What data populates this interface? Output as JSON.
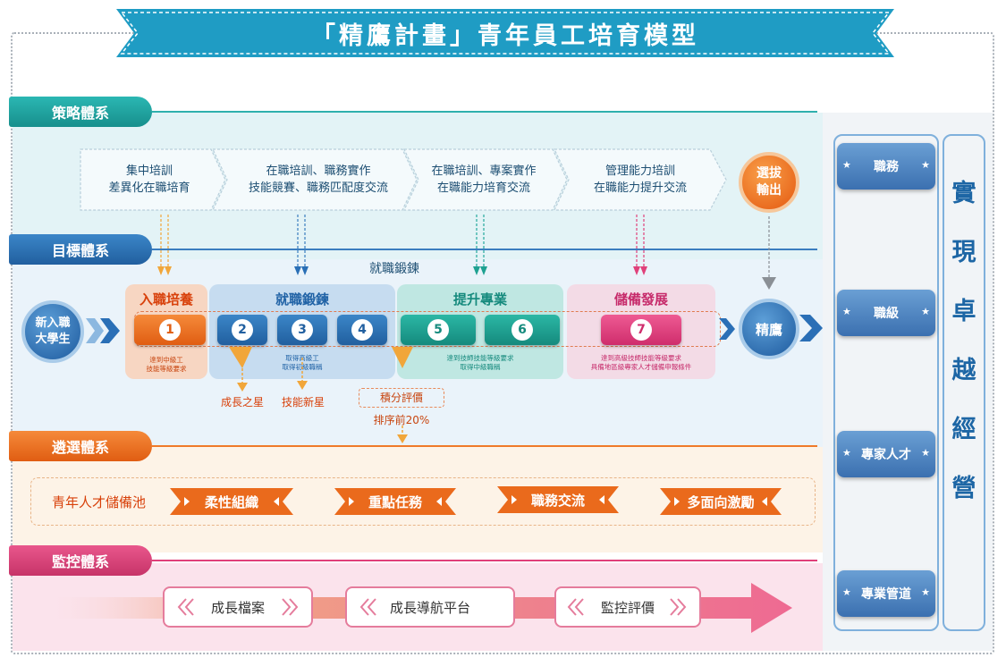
{
  "title": "「精鷹計畫」青年員工培育模型",
  "systems": {
    "strategy": "策略體系",
    "goal": "目標體系",
    "selection": "遴選體系",
    "monitor": "監控體系"
  },
  "strategy_items": [
    [
      "集中培訓",
      "差異化在職培育"
    ],
    [
      "在職培訓、職務實作",
      "技能競賽、職務匹配度交流"
    ],
    [
      "在職培訓、專案實作",
      "在職能力培育交流"
    ],
    [
      "管理能力培訓",
      "在職能力提升交流"
    ]
  ],
  "select_output": [
    "選拔",
    "輸出"
  ],
  "job_training_top": "就職鍛鍊",
  "start_node": [
    "新入職",
    "大學生"
  ],
  "end_node": "精鷹",
  "phases": [
    {
      "title": "入職培養",
      "note": [
        "達到中級工",
        "技能等級要求"
      ]
    },
    {
      "title": "就職鍛鍊",
      "note": [
        "取得高級工",
        "取得初級職稱"
      ]
    },
    {
      "title": "提升專業",
      "note": [
        "達到技師技能等級要求",
        "取得中級職稱"
      ]
    },
    {
      "title": "儲備發展",
      "note": [
        "達到高級技師技能等級要求",
        "具備地區級專家人才儲備申報條件"
      ]
    }
  ],
  "steps": [
    "1",
    "2",
    "3",
    "4",
    "5",
    "6",
    "7"
  ],
  "outcomes": {
    "star_growth": "成長之星",
    "star_skill": "技能新星",
    "score_eval": "積分評價",
    "rank": "排序前20%"
  },
  "talent_pool": "青年人才儲備池",
  "selection_items": [
    "柔性組織",
    "重點任務",
    "職務交流",
    "多面向激勵"
  ],
  "monitor_items": [
    "成長檔案",
    "成長導航平台",
    "監控評價"
  ],
  "side_buttons": [
    "職務",
    "職級",
    "專家人才",
    "專業管道"
  ],
  "vertical_text": [
    "實",
    "現",
    "卓",
    "越",
    "經",
    "營"
  ],
  "colors": {
    "teal": "#1fa7a4",
    "blue": "#2a6fb6",
    "orange": "#ef6b1f",
    "pink": "#e0407a",
    "banner": "#23a7c8"
  }
}
